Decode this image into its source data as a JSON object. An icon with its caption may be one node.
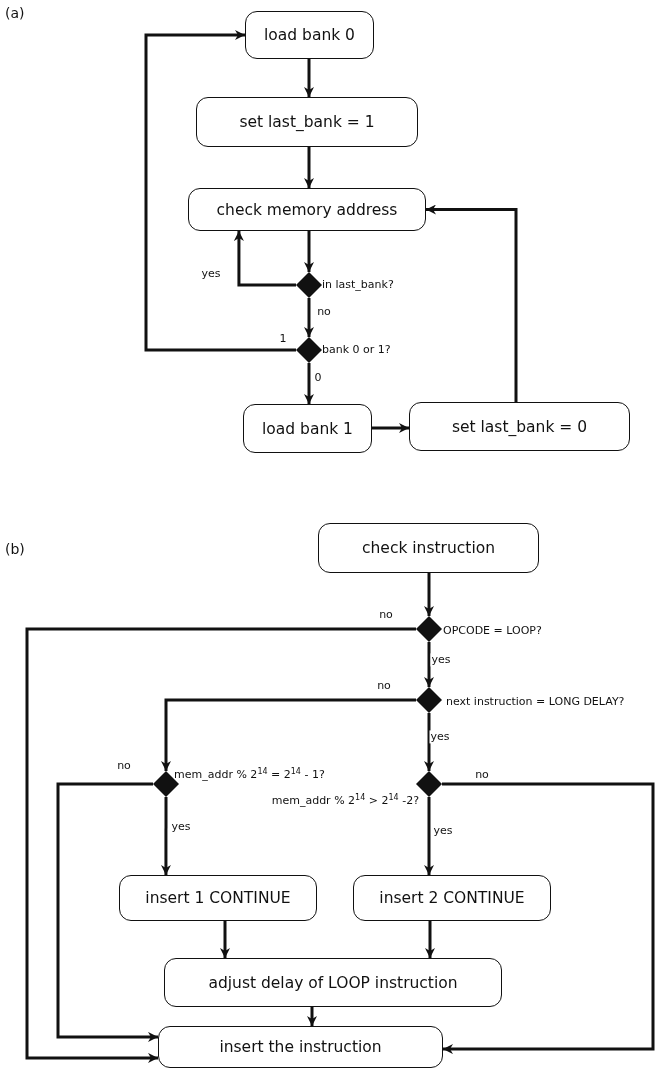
{
  "diagram": {
    "nodes": [
      {
        "text": [
          "load bank 0"
        ]
      },
      {
        "text": [
          "set last_bank = 1"
        ]
      },
      {
        "text": [
          "check memory address"
        ]
      },
      {
        "text": [],
        "shape": "diamond",
        "beside": [
          "in last_bank?"
        ]
      },
      {
        "text": [],
        "shape": "diamond",
        "beside": [
          "bank 0 or 1?"
        ]
      },
      {
        "text": [
          "load bank 1"
        ]
      },
      {
        "text": [
          "set last_bank = 0"
        ]
      },
      {
        "text": [
          "check instruction"
        ]
      },
      {
        "text": [],
        "shape": "diamond",
        "beside": [
          "OPCODE = LOOP?"
        ]
      },
      {
        "text": [],
        "shape": "diamond",
        "beside": [
          "next instruction = LONG DELAY?"
        ]
      },
      {
        "text": [],
        "shape": "diamond",
        "beside": [
          "mem_addr % 2$^{14}$ = 2$^{14}$ - 1?"
        ]
      },
      {
        "text": [],
        "shape": "diamond",
        "beside": [
          "mem_addr % 2$^{14}$ > 2$^{14}$ -2?"
        ]
      },
      {
        "text": [
          "insert 1 CONTINUE"
        ]
      },
      {
        "text": [
          "insert 2 CONTINUE"
        ]
      },
      {
        "text": [
          "adjust delay of LOOP instruction"
        ]
      },
      {
        "text": [
          "insert the instruction"
        ]
      }
    ],
    "edges": [
      {
        "from": 0,
        "to": 1,
        "arrow": "to"
      },
      {
        "from": 1,
        "to": 2,
        "arrow": "to"
      },
      {
        "from": 2,
        "to": 3,
        "arrow": "to"
      },
      {
        "from": 3,
        "to": 2,
        "arrow": "to",
        "label": "yes"
      },
      {
        "from": 3,
        "to": 4,
        "arrow": "to",
        "label": "no"
      },
      {
        "from": 4,
        "to": 0,
        "arrow": "to",
        "label": "1"
      },
      {
        "from": 4,
        "to": 5,
        "arrow": "to",
        "label": "0"
      },
      {
        "from": 5,
        "to": 6,
        "arrow": "to"
      },
      {
        "from": 6,
        "to": 2,
        "arrow": "to"
      },
      {
        "from": 7,
        "to": 8,
        "arrow": "to"
      },
      {
        "from": 8,
        "to": 15,
        "arrow": "to",
        "label": "no"
      },
      {
        "from": 8,
        "to": 9,
        "arrow": "to",
        "label": "yes"
      },
      {
        "from": 9,
        "to": 10,
        "arrow": "to",
        "label": "no"
      },
      {
        "from": 9,
        "to": 11,
        "arrow": "to",
        "label": "yes"
      },
      {
        "from": 10,
        "to": 15,
        "arrow": "to",
        "label": "no"
      },
      {
        "from": 10,
        "to": 12,
        "arrow": "to",
        "label": "yes"
      },
      {
        "from": 11,
        "to": 15,
        "arrow": "to",
        "label": "no"
      },
      {
        "from": 11,
        "to": 13,
        "arrow": "to",
        "label": "yes"
      },
      {
        "from": 12,
        "to": 14,
        "arrow": "to"
      },
      {
        "from": 13,
        "to": 14,
        "arrow": "to"
      },
      {
        "from": 14,
        "to": 15,
        "arrow": "to"
      }
    ],
    "labels": [
      "(a)",
      "(b)"
    ]
  }
}
